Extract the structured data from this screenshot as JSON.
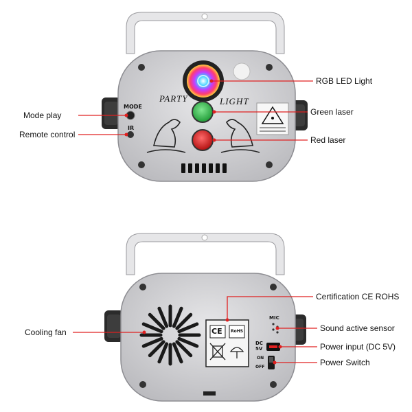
{
  "front": {
    "device_text": {
      "mode": "MODE",
      "ir": "IR",
      "brand_left": "PARTY",
      "brand_right": "LIGHT"
    },
    "labels": {
      "rgb_led": "RGB LED Light",
      "mode_play": "Mode play",
      "green_laser": "Green laser",
      "remote_control": "Remote control",
      "red_laser": "Red laser"
    }
  },
  "back": {
    "device_text": {
      "mic": "MIC",
      "dc": "DC",
      "dc_voltage": "5V",
      "on": "ON",
      "off": "OFF",
      "ce": "CE",
      "rohs": "RoHS"
    },
    "labels": {
      "certification": "Certification CE ROHS",
      "cooling_fan": "Cooling fan",
      "sound_sensor": "Sound active sensor",
      "power_input": "Power input (DC 5V)",
      "power_switch": "Power Switch"
    }
  },
  "colors": {
    "callout_red": "#e02020",
    "body_silver": "#cfcfd2",
    "bracket_silver": "#e4e4e6",
    "knob_dark": "#2b2b2b",
    "green_laser": "#2db34a",
    "red_laser": "#d61e1e"
  }
}
